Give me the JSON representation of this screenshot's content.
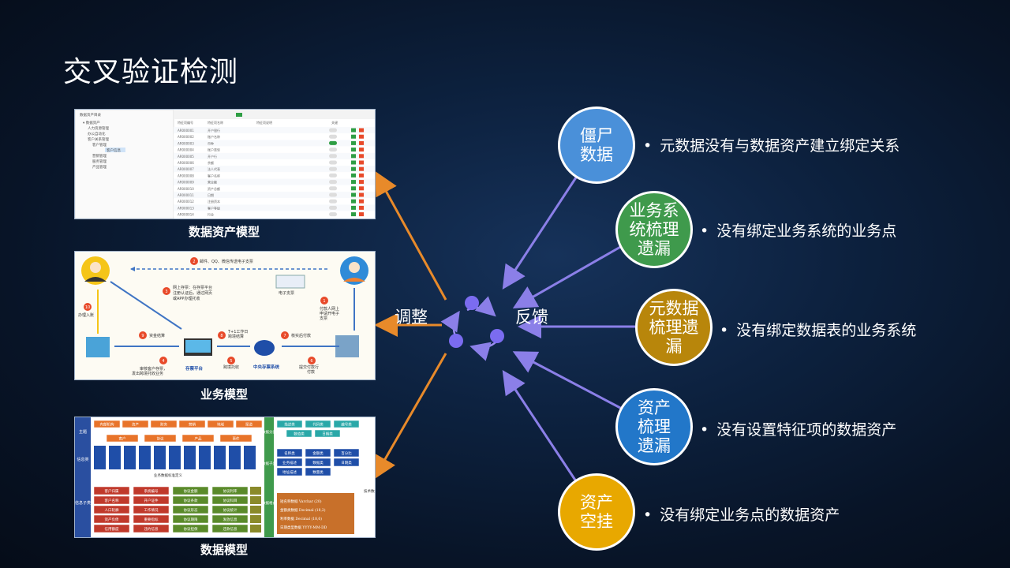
{
  "title": "交叉验证检测",
  "panels": [
    {
      "caption": "数据资产模型",
      "rows": [
        "AR000001 开户银行",
        "AR000002 账户名称",
        "AR000003 币种",
        "AR000004 账户类型",
        "AR000005 开户行",
        "AR000006 余额",
        "AR000007 法人代表",
        "AR000008 客户名称",
        "AR000009 营业额",
        "AR000010 资产总额",
        "AR000011 日期",
        "AR000012 注册资本",
        "AR000013 客户等级",
        "AR000014 行业"
      ]
    },
    {
      "caption": "业务模型",
      "steps": [
        "邮件、QQ、微信传送电子支票",
        "网上存票：在存票平台注册认证后，通过网页或APP办理托收",
        "付款人网上申请开电子支票",
        "审核客户存票，发出跨境托收业务",
        "跨境托收",
        "提交付款行付款",
        "核实后付款",
        "T+1工作日跨境结算",
        "资金结算",
        "办理入账"
      ],
      "labels": [
        "电子支票",
        "存票平台",
        "中央存票系统"
      ]
    },
    {
      "caption": "数据模型",
      "left_top": [
        "内部机构",
        "资产",
        "财务",
        "营销",
        "地域",
        "渠道"
      ],
      "left_mid": [
        "客户",
        "协议",
        "产品",
        "事件"
      ],
      "middle_label": "业务数据标准定义",
      "left_bottom": [
        "客户归属",
        "系统编号",
        "协议金额",
        "协议利率",
        "客户名称",
        "开户证件",
        "协议条款",
        "协议科目",
        "人口轮廓",
        "工作情况",
        "协议形态",
        "协议统计",
        "资产负债",
        "重要指标",
        "协议期限",
        "发放信息",
        "信用额度",
        "违约信息",
        "协议担保",
        "还款信息"
      ],
      "right_top": [
        "描述类",
        "代码类",
        "编号类",
        "数值类",
        "日期类"
      ],
      "right_mid": [
        "名称类",
        "金额类",
        "百分比",
        "业务描述",
        "数据类",
        "日期类",
        "地址描述",
        "数量类"
      ],
      "right_formats": [
        "短名称数据 Varchar (20)",
        "金额类数据 Decimal (18,2)",
        "利率数据 Decimal (18,6)",
        "日期类型数据 YYYY-MM-DD"
      ],
      "vertical_labels": [
        "主题",
        "信息类",
        "信息子类",
        "数据分类",
        "数据子类",
        "数据格式",
        "技术数据标准定义"
      ]
    }
  ],
  "center": {
    "left_label": "调整",
    "right_label": "反馈"
  },
  "items": [
    {
      "label": "僵尸数据",
      "line1": "僵尸",
      "line2": "数据",
      "line3": "",
      "desc": "元数据没有与数据资产建立绑定关系",
      "color": "#4a90d9"
    },
    {
      "label": "业务系统梳理遗漏",
      "line1": "业务系",
      "line2": "统梳理",
      "line3": "遗漏",
      "desc": "没有绑定业务系统的业务点",
      "color": "#3f9a4c"
    },
    {
      "label": "元数据梳理遗漏",
      "line1": "元数据",
      "line2": "梳理遗",
      "line3": "漏",
      "desc": "没有绑定数据表的业务系统",
      "color": "#b8860b"
    },
    {
      "label": "资产梳理遗漏",
      "line1": "资产",
      "line2": "梳理",
      "line3": "遗漏",
      "desc": "没有设置特征项的数据资产",
      "color": "#2277c9"
    },
    {
      "label": "资产空挂",
      "line1": "资产",
      "line2": "空挂",
      "line3": "",
      "desc": "没有绑定业务点的数据资产",
      "color": "#e8a800"
    }
  ]
}
